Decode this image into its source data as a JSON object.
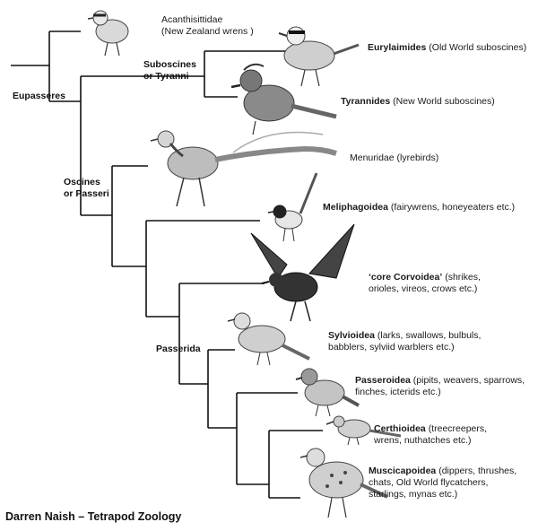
{
  "taxa": [
    {
      "id": "acanthisittidae",
      "name": "Acanthisittidae",
      "desc": "(New Zealand wrens )"
    },
    {
      "id": "eurylaimides",
      "name": "Eurylaimides",
      "desc": "(Old World suboscines)"
    },
    {
      "id": "tyrannides",
      "name": "Tyrannides",
      "desc": "(New World suboscines)"
    },
    {
      "id": "menuridae",
      "name": "Menuridae (lyrebirds)",
      "desc": ""
    },
    {
      "id": "meliphagoidea",
      "name": "Meliphagoidea",
      "desc": "(fairywrens, honeyeaters etc.)"
    },
    {
      "id": "core-corvoidea",
      "name": "‘core Corvoidea’",
      "desc": "(shrikes,",
      "desc2": "orioles, vireos, crows etc.)"
    },
    {
      "id": "sylvioidea",
      "name": "Sylvioidea",
      "desc": "(larks, swallows, bulbuls,",
      "desc2": "babblers, sylviid warblers etc.)"
    },
    {
      "id": "passeroidea",
      "name": "Passeroidea",
      "desc": "(pipits, weavers, sparrows,",
      "desc2": "finches, icterids etc.)"
    },
    {
      "id": "certhioidea",
      "name": "Certhioidea",
      "desc": "(treecreepers,",
      "desc2": "wrens, nuthatches etc.)"
    },
    {
      "id": "muscicapoidea",
      "name": "Muscicapoidea",
      "desc": "(dippers, thrushes,",
      "desc2": "chats, Old World flycatchers,",
      "desc3": "starlings, mynas etc.)"
    }
  ],
  "nodes": {
    "eupasseres": "Eupasseres",
    "suboscines_1": "Suboscines",
    "suboscines_2": "or Tyranni",
    "oscines_1": "Oscines",
    "oscines_2": "or Passeri",
    "passerida": "Passerida"
  },
  "credit": "Darren Naish – Tetrapod Zoology",
  "colors": {
    "line": "#111111",
    "bird_fill": "#d9d9d9",
    "bird_dark": "#555555"
  }
}
